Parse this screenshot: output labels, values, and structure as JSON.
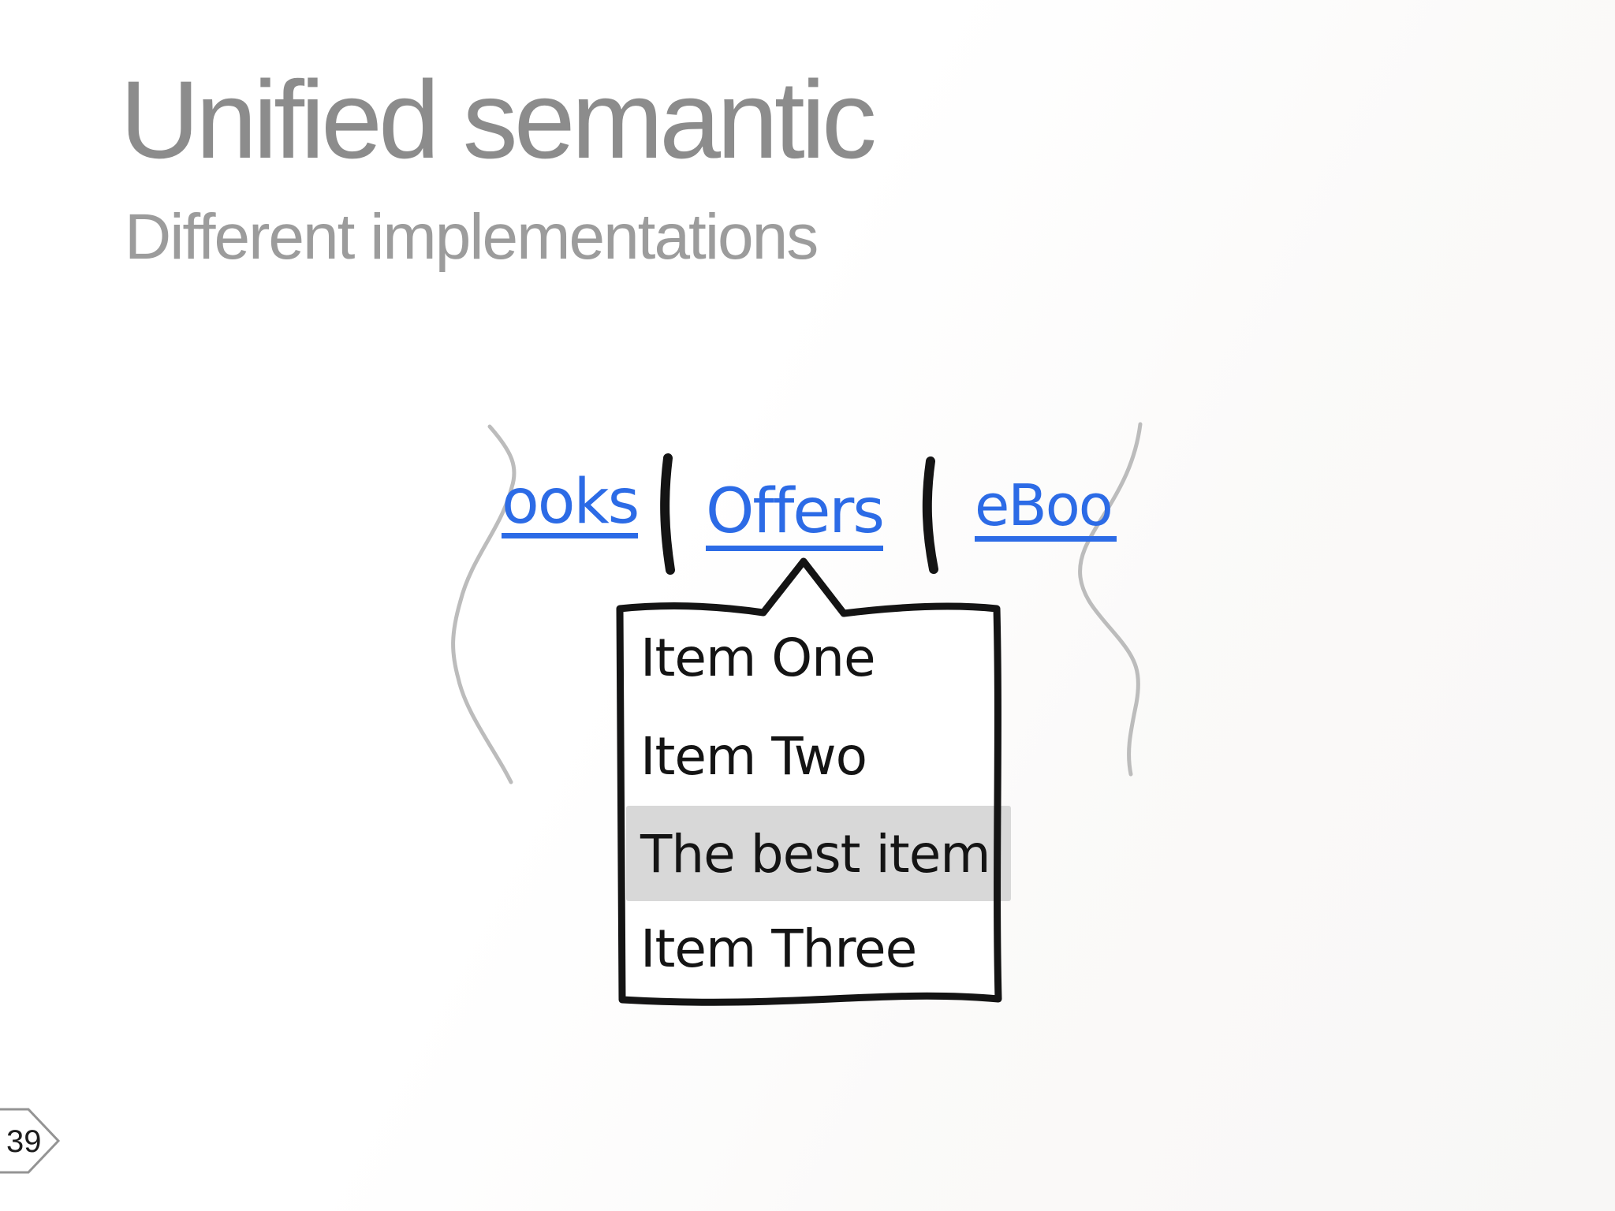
{
  "slide": {
    "title": "Unified semantic",
    "subtitle": "Different implementations",
    "page_number": "39"
  },
  "sketch": {
    "nav_links": [
      {
        "label": "ooks"
      },
      {
        "label": "Offers"
      },
      {
        "label": "eBook"
      }
    ],
    "dropdown": {
      "attached_to": "Offers",
      "items": [
        {
          "label": "Item One",
          "highlighted": false
        },
        {
          "label": "Item Two",
          "highlighted": false
        },
        {
          "label": "The best item",
          "highlighted": true
        },
        {
          "label": "Item Three",
          "highlighted": false
        }
      ]
    }
  },
  "colors": {
    "title": "#8c8c8c",
    "subtitle": "#9c9c9c",
    "link_blue": "#2c6be6",
    "sketch_ink": "#141414",
    "highlight_gray": "#d8d8d8",
    "wave_gray": "#b5b5b5",
    "badge_border": "#949494",
    "badge_text": "#1c1c1c"
  }
}
